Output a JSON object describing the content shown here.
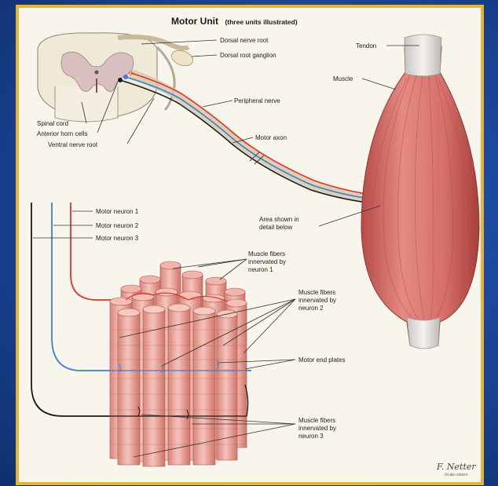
{
  "title": {
    "main": "Motor Unit",
    "sub": "(three units illustrated)"
  },
  "labels": {
    "dorsal_nerve_root": "Dorsal nerve root",
    "dorsal_root_ganglion": "Dorsal root ganglion",
    "tendon": "Tendon",
    "muscle": "Muscle",
    "spinal_cord": "Spinal cord",
    "anterior_horn_cells": "Anterior horn cells",
    "ventral_nerve_root": "Ventral nerve root",
    "peripheral_nerve": "Peripheral nerve",
    "motor_axon": "Motor axon",
    "area_shown": [
      "Area shown in",
      "detail below"
    ],
    "motor_neuron_1": "Motor neuron 1",
    "motor_neuron_2": "Motor neuron 2",
    "motor_neuron_3": "Motor neuron 3",
    "fibers_n1": [
      "Muscle fibers",
      "innervated by",
      "neuron 1"
    ],
    "fibers_n2": [
      "Muscle fibers",
      "innervated by",
      "neuron 2"
    ],
    "motor_end_plates": "Motor end plates",
    "fibers_n3": [
      "Muscle fibers",
      "innervated by",
      "neuron 3"
    ]
  },
  "signature": {
    "name": "F. Netter",
    "credit": "©CIBA-GEIGY"
  },
  "colors": {
    "neuron_1": "#e5322b",
    "neuron_2": "#3b7fd1",
    "neuron_3": "#1a1a1a",
    "muscle": "#d9736e",
    "fiber": "#eca39a",
    "frame_border": "#e6b43a",
    "background": "#1d4aa0"
  }
}
